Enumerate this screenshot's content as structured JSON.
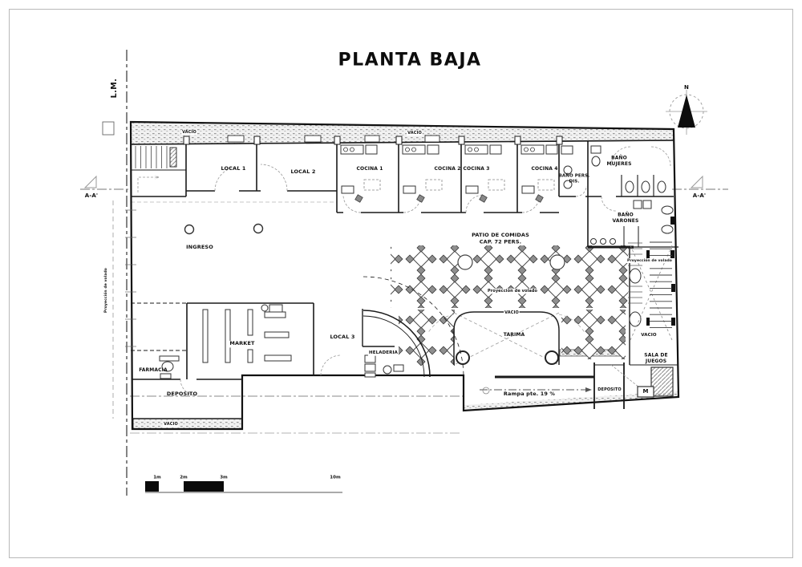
{
  "title": "PLANTA BAJA",
  "markers": {
    "property_line": "L.M.",
    "north": "N",
    "section_left": "A-A'",
    "section_right": "A-A'",
    "montacargas": "M"
  },
  "rooms": {
    "vacio_top_left": "VACIO",
    "vacio_top_center": "VACIO",
    "local_1": "LOCAL 1",
    "local_2": "LOCAL 2",
    "cocina_1": "COCINA 1",
    "cocina_2": "COCINA 2",
    "cocina_3": "COCINA 3",
    "cocina_4": "COCINA 4",
    "bano_pers_dis": "BAÑO PERS.\nDIS.",
    "bano_mujeres": "BAÑO\nMUJERES",
    "bano_varones": "BAÑO\nVARONES",
    "ingreso": "INGRESO",
    "patio_comidas": "PATIO DE COMIDAS\nCAP. 72 PERS.",
    "tarima": "TARIMA",
    "vacio_center": "VACIO",
    "vacio_right": "VACIO",
    "vacio_bottom": "VACIO",
    "sala_juegos": "SALA DE\nJUEGOS",
    "market": "MARKET",
    "farmacia": "FARMACIA",
    "deposito_left": "DEPOSITO",
    "deposito_right": "DEPOSITO",
    "local_3": "LOCAL 3",
    "heladeria": "HELADERIA",
    "rampa": "Rampa pte. 19 %"
  },
  "annotations": {
    "proyeccion_center": "Proyección de volado",
    "proyeccion_right": "Proyección de volado",
    "proyeccion_left": "Proyección de volado"
  },
  "scale_bar": {
    "ticks": [
      "1m",
      "2m",
      "3m",
      "10m"
    ]
  },
  "colors": {
    "ink": "#111111",
    "paper": "#ffffff",
    "hatch_gray": "#9a9a9a"
  }
}
